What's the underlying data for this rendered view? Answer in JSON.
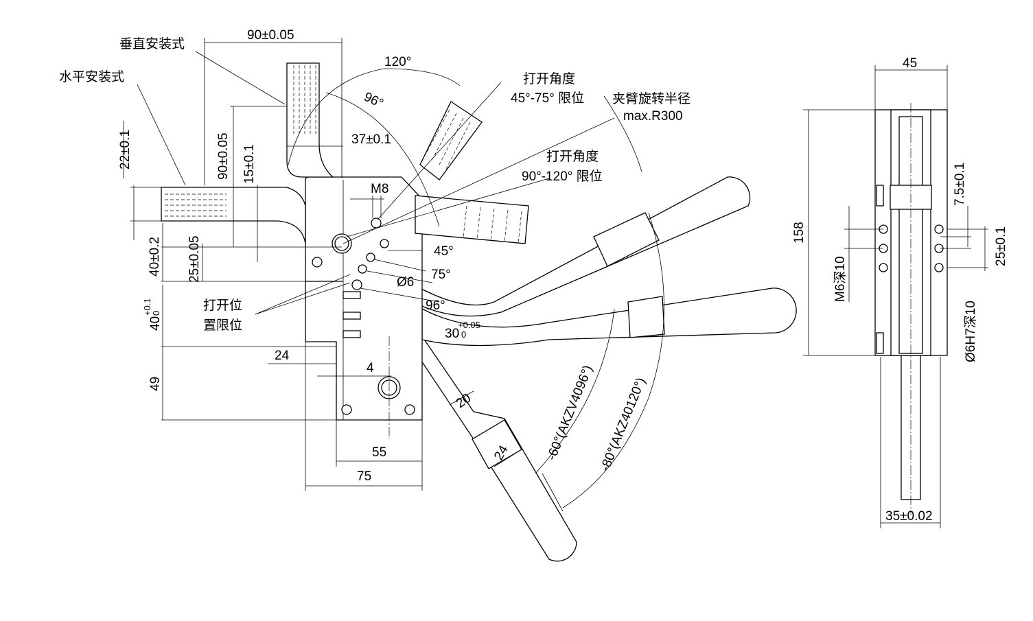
{
  "labels": {
    "vertical_mount": "垂直安装式",
    "horizontal_mount": "水平安装式",
    "open_angle_1_title": "打开角度",
    "open_angle_1_value": "45°-75° 限位",
    "open_angle_2_title": "打开角度",
    "open_angle_2_value": "90°-120° 限位",
    "arm_radius_title": "夹臂旋转半径",
    "arm_radius_value": "max.R300",
    "open_position_line1": "打开位",
    "open_position_line2": "置限位"
  },
  "dimensions": {
    "d_90_top": "90±0.05",
    "d_120": "120°",
    "d_96_arc": "96°",
    "d_37": "37±0.1",
    "d_22": "22±0.1",
    "d_90_vert": "90±0.05",
    "d_15": "15±0.1",
    "d_m8": "M8",
    "d_40_02": "40±0.2",
    "d_25_005": "25±0.05",
    "d_45deg": "45°",
    "d_75deg": "75°",
    "d_phi6": "Ø6",
    "d_96deg": "96°",
    "d_40_main": "40",
    "d_40_tol_upper": "+0.1",
    "d_40_tol_lower": "0",
    "d_30_main": "30",
    "d_30_tol_upper": "+0.05",
    "d_30_tol_lower": "0",
    "d_24_h": "24",
    "d_49": "49",
    "d_4": "4",
    "d_20": "20",
    "d_24_arm": "24",
    "d_55": "55",
    "d_75": "75",
    "d_60_akzv": "-60°(AKZV4096°)",
    "d_80_akz": "-80°(AKZ40120°)"
  },
  "side_view": {
    "d_45": "45",
    "d_158": "158",
    "d_7_5": "7.5±0.1",
    "d_m6": "M6深10",
    "d_25": "25±0.1",
    "d_phi6h7": "Ø6H7深10",
    "d_35": "35±0.02"
  }
}
